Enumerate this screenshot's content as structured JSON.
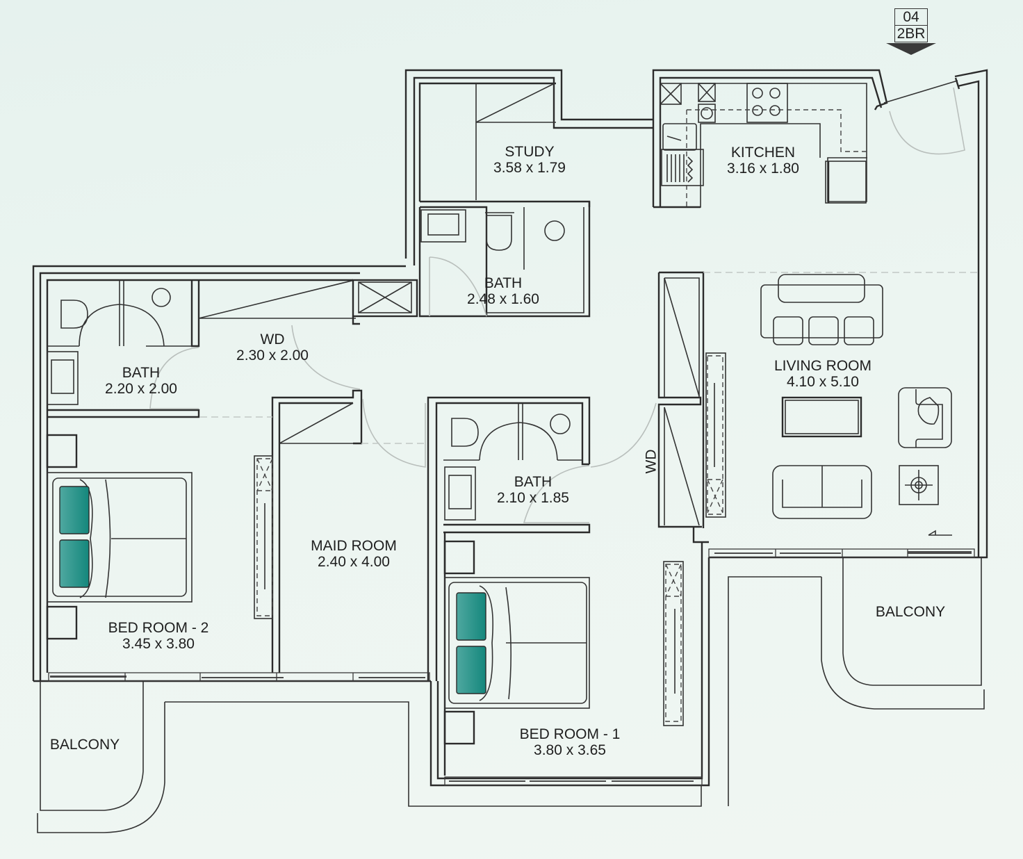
{
  "unit_tag": {
    "number": "04",
    "type": "2BR",
    "icon": "direction-arrow-down-icon"
  },
  "colors": {
    "background": "#e8f3ef",
    "wall": "#2b2b2b",
    "pillow": "#1f8f85",
    "door_swing": "#b9bfbc"
  },
  "rooms": {
    "study": {
      "name": "STUDY",
      "size": "3.58 x 1.79"
    },
    "kitchen": {
      "name": "KITCHEN",
      "size": "3.16 x 1.80"
    },
    "bath_study": {
      "name": "BATH",
      "size": "2.48 x 1.60"
    },
    "bath_bed2": {
      "name": "BATH",
      "size": "2.20 x 2.00"
    },
    "wd_hall": {
      "name": "WD",
      "size": "2.30 x 2.00"
    },
    "living": {
      "name": "LIVING ROOM",
      "size": "4.10 x 5.10"
    },
    "bath_bed1": {
      "name": "BATH",
      "size": "2.10 x 1.85"
    },
    "wd_vertical": {
      "name": "WD"
    },
    "maid": {
      "name": "MAID ROOM",
      "size": "2.40 x 4.00"
    },
    "bed2": {
      "name": "BED ROOM - 2",
      "size": "3.45 x 3.80"
    },
    "bed1": {
      "name": "BED ROOM - 1",
      "size": "3.80 x 3.65"
    },
    "balcony_right": {
      "name": "BALCONY"
    },
    "balcony_left": {
      "name": "BALCONY"
    }
  }
}
